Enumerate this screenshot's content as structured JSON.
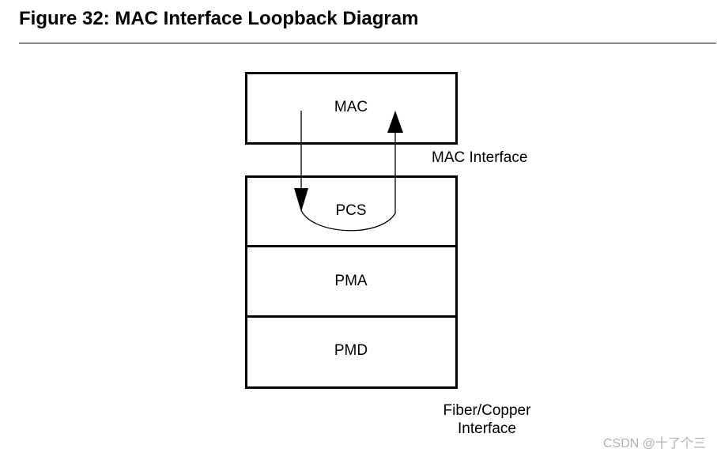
{
  "header": {
    "figure_title": "Figure 32: MAC Interface Loopback Diagram"
  },
  "diagram": {
    "layers": [
      {
        "id": "mac",
        "label": "MAC"
      },
      {
        "id": "pcs",
        "label": "PCS"
      },
      {
        "id": "pma",
        "label": "PMA"
      },
      {
        "id": "pmd",
        "label": "PMD"
      }
    ],
    "interfaces": {
      "mac_interface": "MAC Interface",
      "fiber_copper_line1": "Fiber/Copper",
      "fiber_copper_line2": "Interface"
    },
    "loopback": {
      "path": "MAC → PCS → MAC",
      "stroke_color": "#000000"
    }
  },
  "watermark": "CSDN @十了个三"
}
